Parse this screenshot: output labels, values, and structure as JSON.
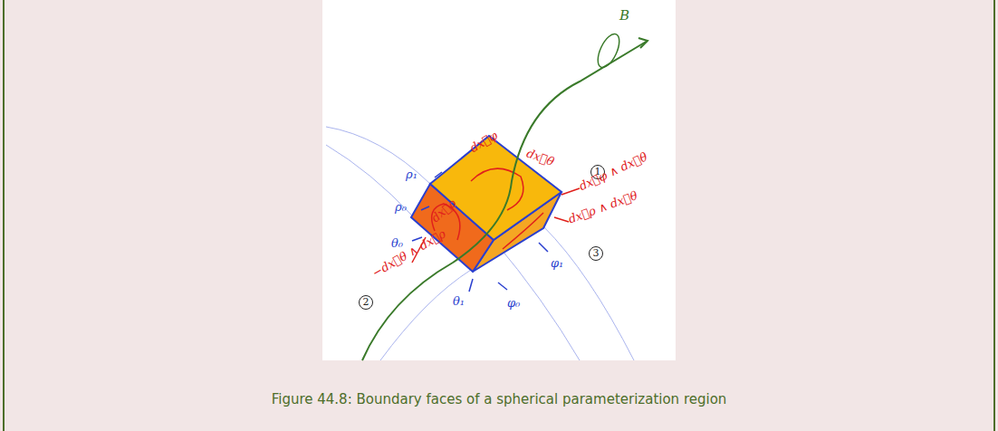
{
  "diagram": {
    "caption": "Figure 44.8: Boundary faces of a spherical parameterization region",
    "labels": [
      "B",
      "dx⃗φ",
      "dx⃗θ",
      "1",
      "dx⃗φ ∧ dx⃗θ",
      "dx⃗ρ ∧ dx⃗θ",
      "3",
      "ρ₁",
      "ρ₀",
      "θ₀",
      "dx⃗ρ",
      "2",
      "−dx⃗θ ∧ dx⃗ρ",
      "θ₁",
      "φ₀",
      "φ₁"
    ]
  }
}
